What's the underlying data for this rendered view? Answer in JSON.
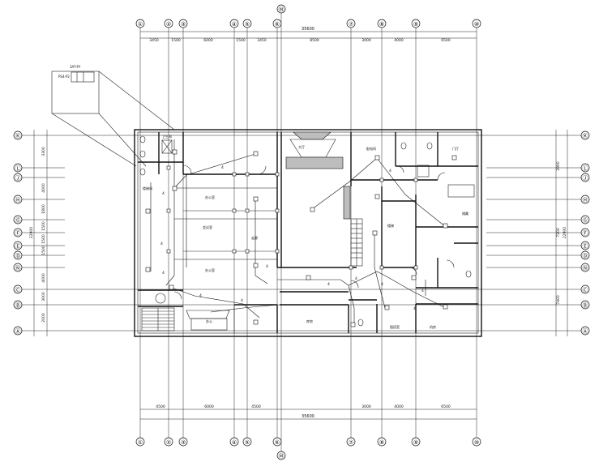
{
  "drawing": {
    "top_axes": [
      "①",
      "②",
      "③",
      "④",
      "⑤",
      "⑥",
      "⑦",
      "⑧",
      "⑨",
      "⑩"
    ],
    "top_axis_m": "Ⓜ",
    "bottom_axis_m": "Ⓜ",
    "top_dims": [
      "3450",
      "1500",
      "6000",
      "1500",
      "3450",
      "8500",
      "3000",
      "4000",
      "6500"
    ],
    "top_total": "35600",
    "bottom_dims": [
      "4500",
      "6000",
      "4500",
      "3000",
      "4000",
      "6500"
    ],
    "bottom_total": "35600",
    "left_axes": [
      "Ⓚ",
      "Ⓛ",
      "Ⓙ",
      "Ⓗ",
      "Ⓖ",
      "Ⓕ",
      "Ⓔ",
      "Ⓓ",
      "Ⓝ",
      "Ⓒ",
      "Ⓑ",
      "Ⓐ"
    ],
    "right_axes": [
      "Ⓚ",
      "Ⓛ",
      "Ⓙ",
      "Ⓗ",
      "Ⓖ",
      "Ⓕ",
      "Ⓔ",
      "Ⓓ",
      "Ⓝ",
      "Ⓒ",
      "Ⓑ",
      "Ⓐ"
    ],
    "left_dims": [
      "3300",
      "4000",
      "1800",
      "1500",
      "1500",
      "1500",
      "4000",
      "3000",
      "2000"
    ],
    "left_total": "22900",
    "right_dims": [
      "3900",
      "7200",
      "7400"
    ],
    "right_total": "22900",
    "detail": {
      "title": "3AT-PY",
      "label": "PS4-P2"
    },
    "room_labels": [
      "楼梯间",
      "卫生间",
      "办公室",
      "办公室",
      "会议室",
      "走廊",
      "大厅",
      "楼梯",
      "库房",
      "配电间",
      "门厅",
      "储藏",
      "办公",
      "值班室",
      "机房"
    ],
    "numbers": [
      "4",
      "4",
      "4",
      "4",
      "4",
      "4",
      "4",
      "4",
      "4",
      "4",
      "4",
      "4",
      "4"
    ]
  }
}
